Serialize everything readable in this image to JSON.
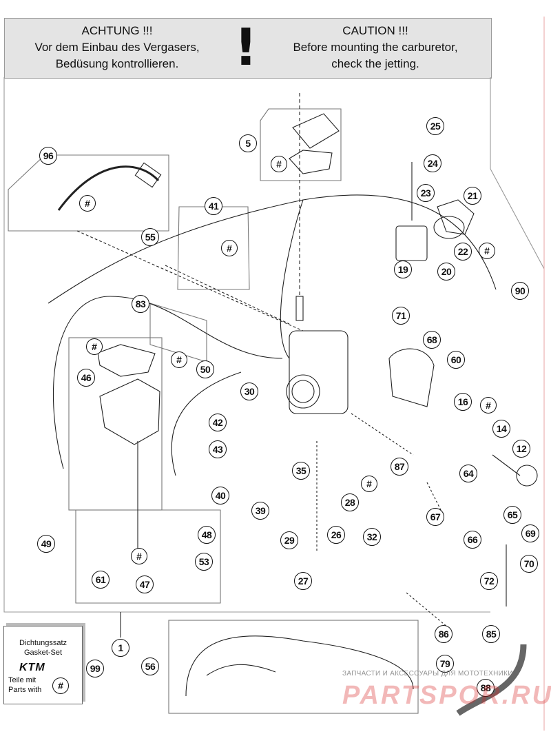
{
  "warning": {
    "de": [
      "ACHTUNG !!!",
      "Vor dem Einbau des Vergasers,",
      "Bedüsung kontrollieren."
    ],
    "mark": "!",
    "en": [
      "CAUTION !!!",
      "Before mounting the carburetor,",
      "check the jetting."
    ]
  },
  "parts": [
    "96",
    "5",
    "25",
    "24",
    "23",
    "21",
    "22",
    "19",
    "20",
    "41",
    "55",
    "90",
    "83",
    "71",
    "68",
    "60",
    "50",
    "46",
    "30",
    "16",
    "42",
    "43",
    "14",
    "12",
    "35",
    "87",
    "64",
    "40",
    "39",
    "28",
    "32",
    "67",
    "65",
    "66",
    "69",
    "29",
    "26",
    "49",
    "48",
    "53",
    "61",
    "70",
    "27",
    "72",
    "47",
    "86",
    "85",
    "1",
    "99",
    "56",
    "79",
    "88"
  ],
  "gasket_set_label": {
    "de": "Dichtungssatz",
    "en": "Gasket-Set",
    "brand": "KTM",
    "note_de": "Teile mit",
    "note_en": "Parts with",
    "symbol": "#"
  },
  "hash_symbol": "#",
  "watermark": {
    "text": "PARTSPOR.RU",
    "subtext": "ЗАПЧАСТИ И АКСЕССУАРЫ ДЛЯ МОТОТЕХНИКИ",
    "color": "#d72828"
  }
}
